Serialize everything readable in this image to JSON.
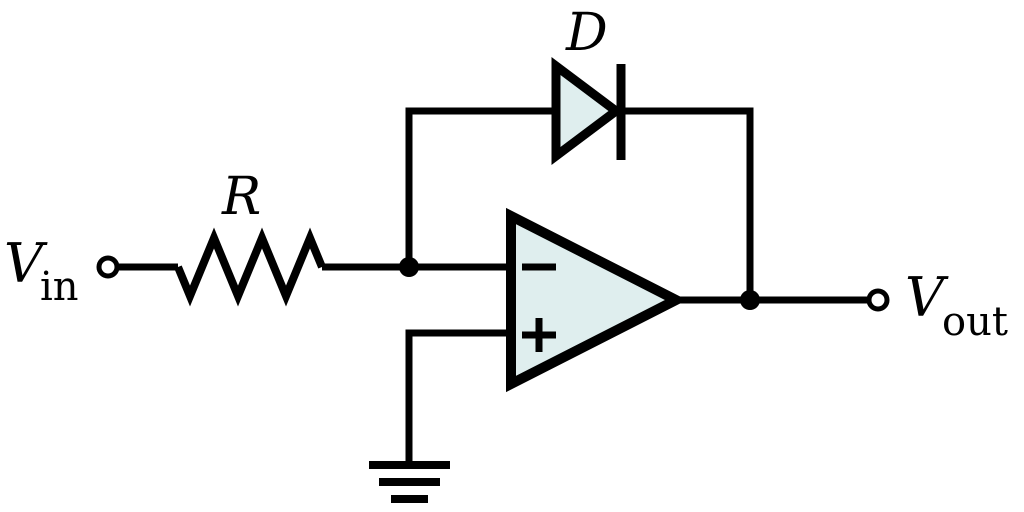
{
  "labels": {
    "vin": {
      "main": "V",
      "sub": "in"
    },
    "vout": {
      "main": "V",
      "sub": "out"
    },
    "resistor": "R",
    "diode": "D",
    "opamp_inverting": "−",
    "opamp_noninverting": "+"
  },
  "colors": {
    "stroke": "#000000",
    "component_fill": "#dfeeee"
  }
}
